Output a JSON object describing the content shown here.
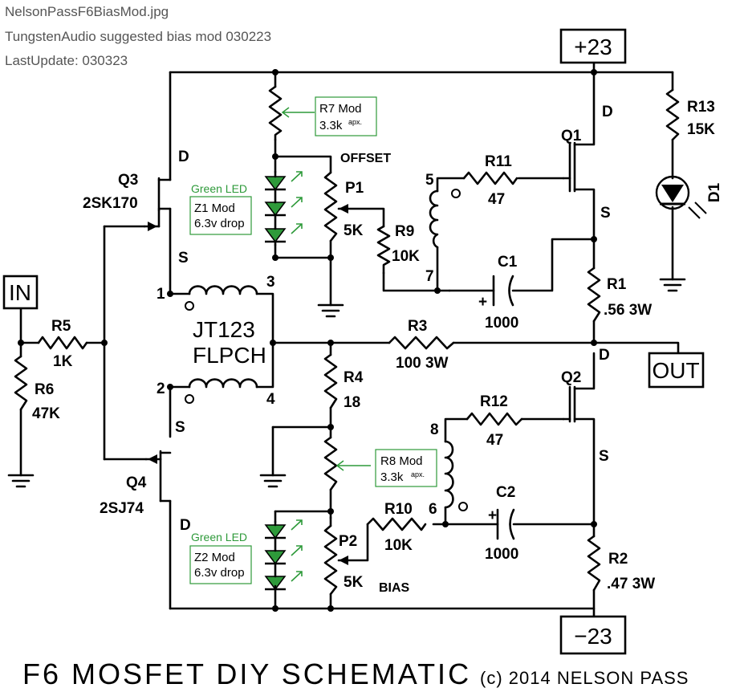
{
  "header": {
    "filename": "NelsonPassF6BiasMod.jpg",
    "subtitle": "TungstenAudio suggested bias mod 030223",
    "last_update": "LastUpdate: 030323"
  },
  "rails": {
    "positive": "+23",
    "negative": "−23"
  },
  "ports": {
    "input": "IN",
    "output": "OUT"
  },
  "transistors": {
    "q1": "Q1",
    "q2": "Q2",
    "q3": "Q3",
    "q3_part": "2SK170",
    "q4": "Q4",
    "q4_part": "2SJ74"
  },
  "pins": {
    "d": "D",
    "s": "S"
  },
  "transformer": {
    "line1": "JT123",
    "line2": "FLPCH",
    "p1": "1",
    "p2": "2",
    "p3": "3",
    "p4": "4",
    "p5": "5",
    "p6": "6",
    "p7": "7",
    "p8": "8"
  },
  "resistors": {
    "r1": "R1",
    "r1_val": ".56 3W",
    "r2": "R2",
    "r2_val": ".47 3W",
    "r3": "R3",
    "r3_val": "100 3W",
    "r4": "R4",
    "r4_val": "18",
    "r5": "R5",
    "r5_val": "1K",
    "r6": "R6",
    "r6_val": "47K",
    "r9": "R9",
    "r9_val": "10K",
    "r10": "R10",
    "r10_val": "10K",
    "r11": "R11",
    "r11_val": "47",
    "r12": "R12",
    "r12_val": "47",
    "r13": "R13",
    "r13_val": "15K"
  },
  "pots": {
    "p1": "P1",
    "p1_val": "5K",
    "p1_fn": "OFFSET",
    "p2": "P2",
    "p2_val": "5K",
    "p2_fn": "BIAS"
  },
  "caps": {
    "c1": "C1",
    "c1_val": "1000",
    "c2": "C2",
    "c2_val": "1000",
    "plus": "+"
  },
  "diode": {
    "d1": "D1"
  },
  "mods": {
    "r7_line1": "R7 Mod",
    "r7_line2": "3.3k",
    "r7_apx": "apx.",
    "r8_line1": "R8 Mod",
    "r8_line2": "3.3k",
    "r8_apx": "apx.",
    "z1_line1": "Z1 Mod",
    "z1_line2": "6.3v drop",
    "z2_line1": "Z2 Mod",
    "z2_line2": "6.3v drop",
    "led_label": "Green LED"
  },
  "footer": {
    "title": "F6 MOSFET DIY SCHEMATIC",
    "copyright": "(c) 2014 NELSON PASS"
  },
  "colors": {
    "ink": "#000000",
    "led": "#2e9a3a",
    "header_text": "#555555"
  }
}
